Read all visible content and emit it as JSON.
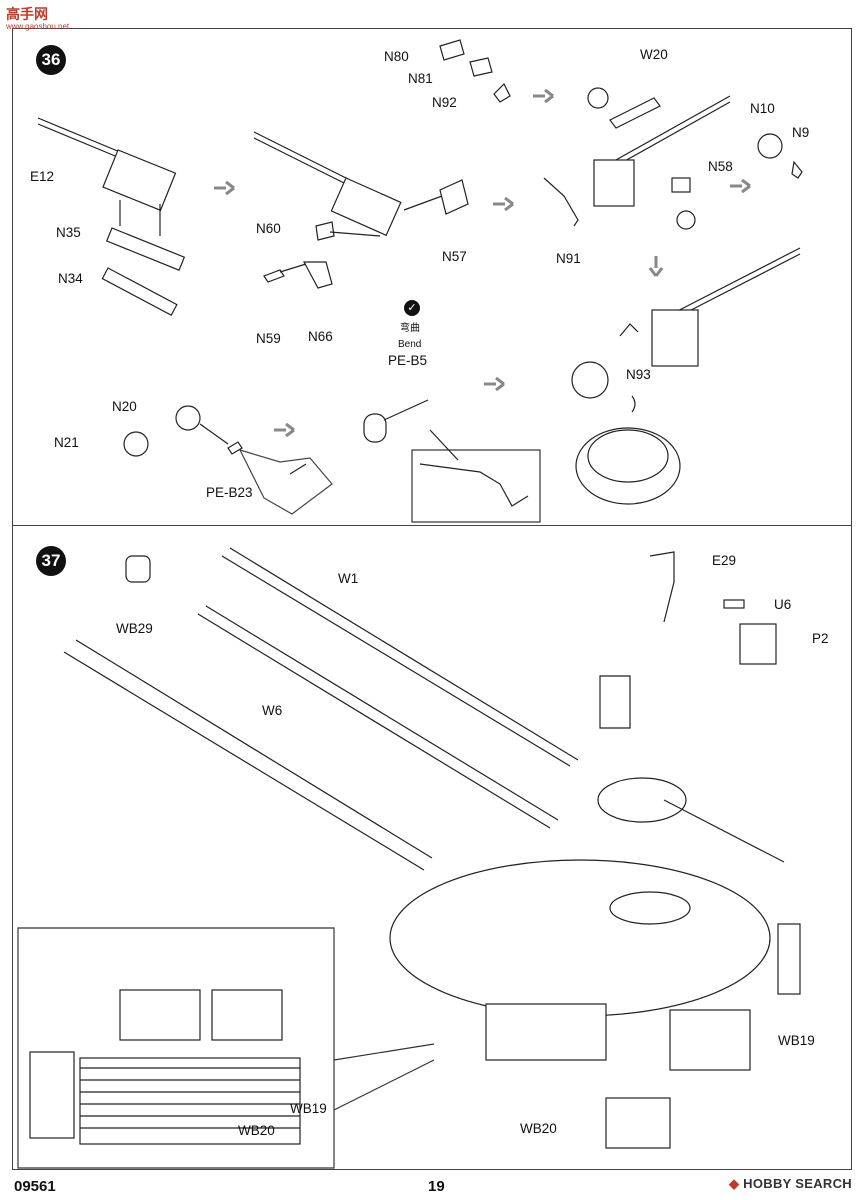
{
  "watermark": {
    "title": "高手网",
    "sub": "www.gaoshou.net"
  },
  "page": {
    "code": "09561",
    "number": "19"
  },
  "brand": {
    "text": "HOBBY SEARCH"
  },
  "step36": {
    "number": "36",
    "labels": {
      "E12": "E12",
      "N35": "N35",
      "N34": "N34",
      "N60": "N60",
      "N59": "N59",
      "N66": "N66",
      "N57": "N57",
      "N80": "N80",
      "N81": "N81",
      "N92": "N92",
      "W20": "W20",
      "N10": "N10",
      "N9": "N9",
      "N58": "N58",
      "N91": "N91",
      "N20": "N20",
      "N21": "N21",
      "PE_B23": "PE-B23",
      "PE_B5": "PE-B5",
      "N93": "N93"
    },
    "bend": {
      "cn": "弯曲",
      "en": "Bend"
    }
  },
  "step37": {
    "number": "37",
    "labels": {
      "WB29": "WB29",
      "W1": "W1",
      "W6": "W6",
      "E29": "E29",
      "U6": "U6",
      "P2": "P2",
      "WB19": "WB19",
      "WB20": "WB20",
      "WB19_inset": "WB19",
      "WB20_inset": "WB20"
    }
  }
}
